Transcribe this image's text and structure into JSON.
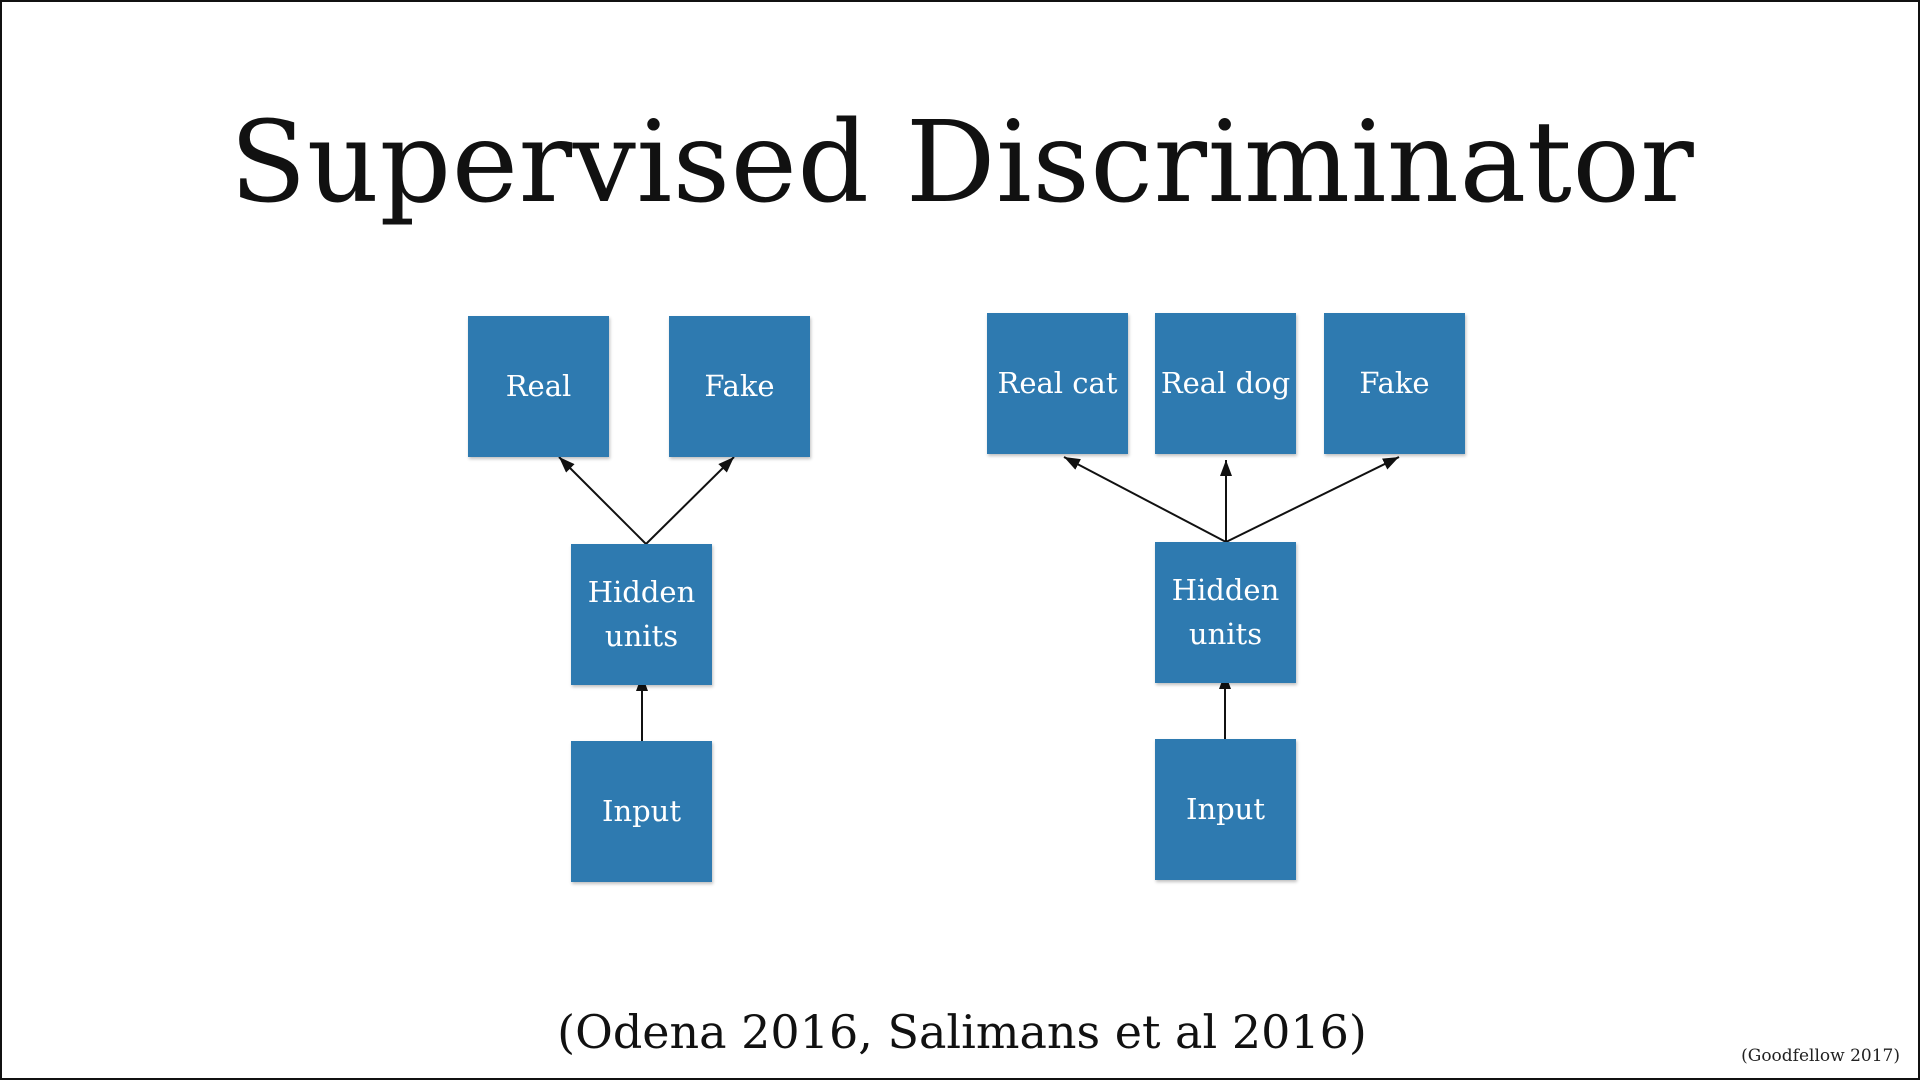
{
  "slide": {
    "title": "Supervised Discriminator",
    "citation": "(Odena 2016, Salimans et al 2016)",
    "corner_note": "(Goodfellow 2017)"
  },
  "left_diagram": {
    "outputs": [
      "Real",
      "Fake"
    ],
    "hidden": "Hidden\nunits",
    "input": "Input"
  },
  "right_diagram": {
    "outputs": [
      "Real cat",
      "Real dog",
      "Fake"
    ],
    "hidden": "Hidden\nunits",
    "input": "Input"
  },
  "colors": {
    "box": "#2e7ab0",
    "text": "#ffffff",
    "arrow": "#111111"
  }
}
